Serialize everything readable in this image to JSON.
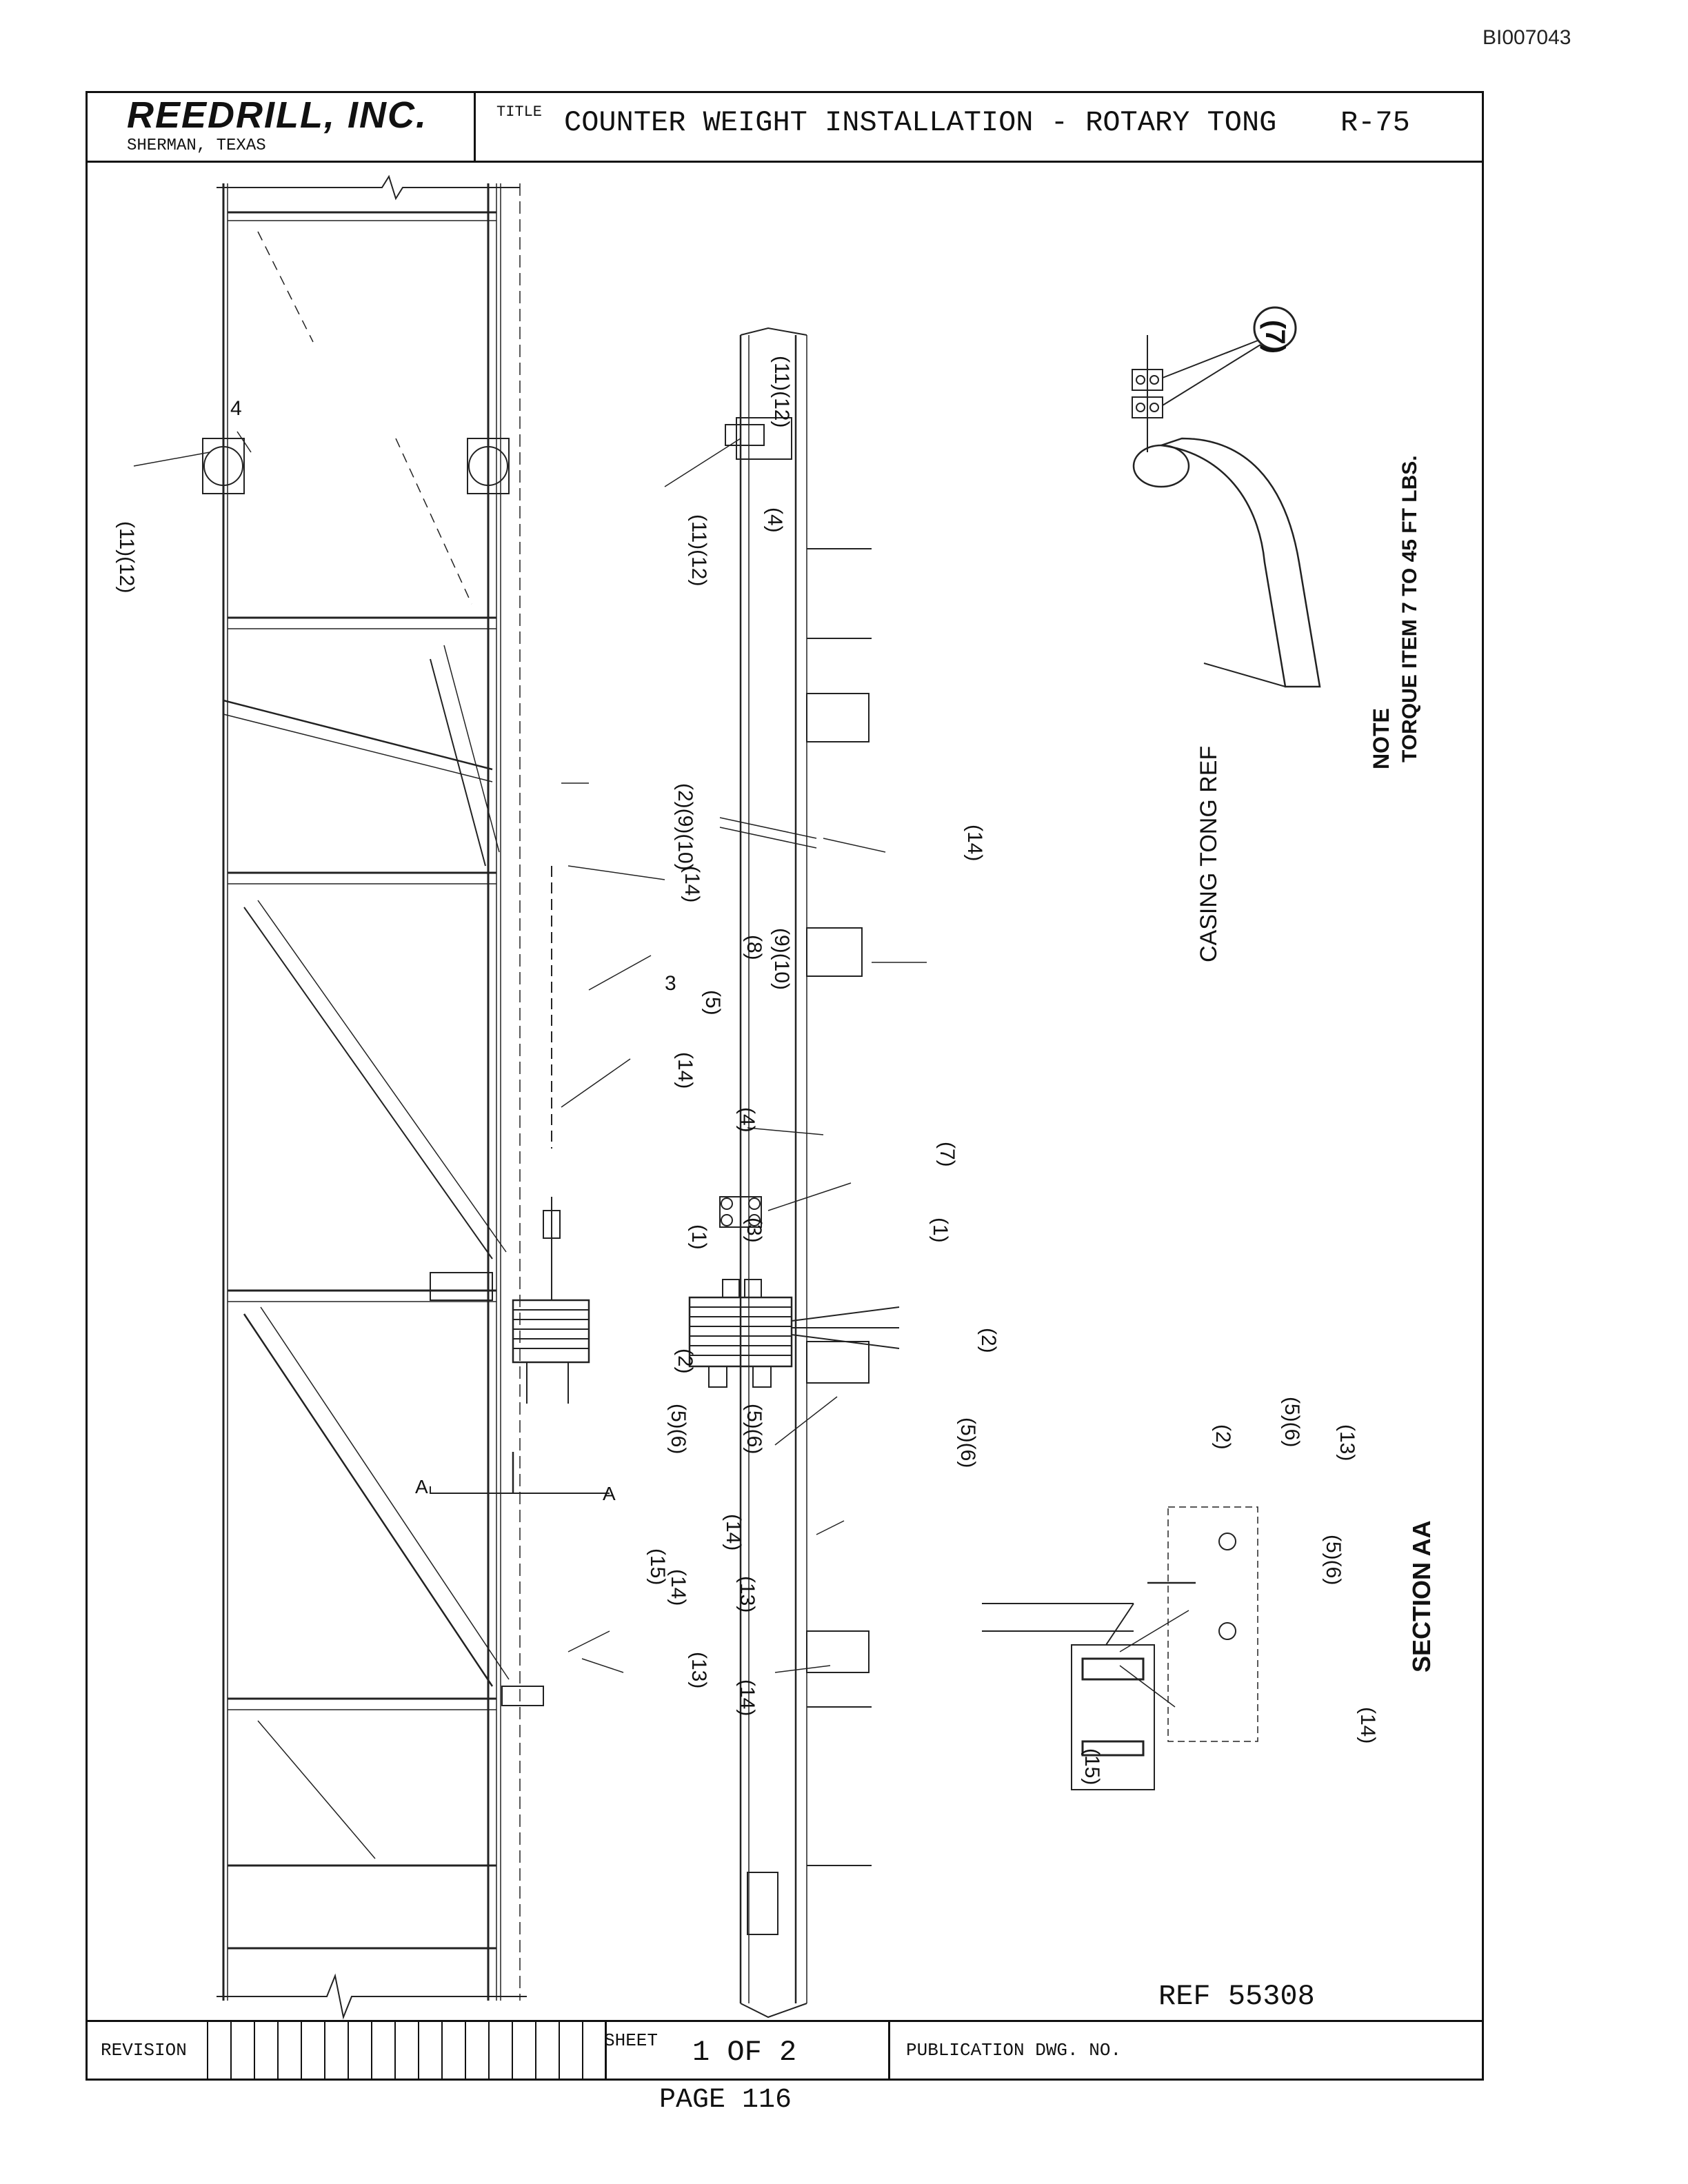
{
  "document_id": "BI007043",
  "title_block": {
    "company": "REEDRILL, INC.",
    "location": "SHERMAN, TEXAS",
    "title_label": "TITLE",
    "title": "COUNTER WEIGHT INSTALLATION - ROTARY TONG",
    "drawing_number": "R-75"
  },
  "drawing": {
    "callouts": [
      "4",
      "(11)(12)",
      "(11)(12)",
      "(11)(12)",
      "(4)",
      "(4)",
      "(14)",
      "(14)",
      "(14)",
      "(14)",
      "(14)",
      "(14)",
      "(14)",
      "3",
      "(5)",
      "(8)",
      "(9)(10)",
      "(2)(9)(10)",
      "(7)",
      "(3)",
      "(1)",
      "(1)",
      "(2)",
      "(2)",
      "(5)(6)",
      "(5)(6)",
      "(5)(6)",
      "(15)",
      "(15)",
      "(13)",
      "(13)",
      "(7)",
      "(2)",
      "(5)(6)",
      "(13)",
      "(5)(6)"
    ],
    "note_heading": "NOTE",
    "note_text": "TORQUE ITEM 7 TO 45 FT LBS.",
    "casing_tong_label": "CASING TONG REF",
    "section_label": "SECTION AA",
    "section_marker": "A"
  },
  "ref_number": "REF 55308",
  "bottom_block": {
    "revision_label": "REVISION",
    "sheet_label": "SHEET",
    "sheet_value": "1 OF 2",
    "publication_label": "PUBLICATION DWG. NO."
  },
  "page_number": "PAGE 116"
}
